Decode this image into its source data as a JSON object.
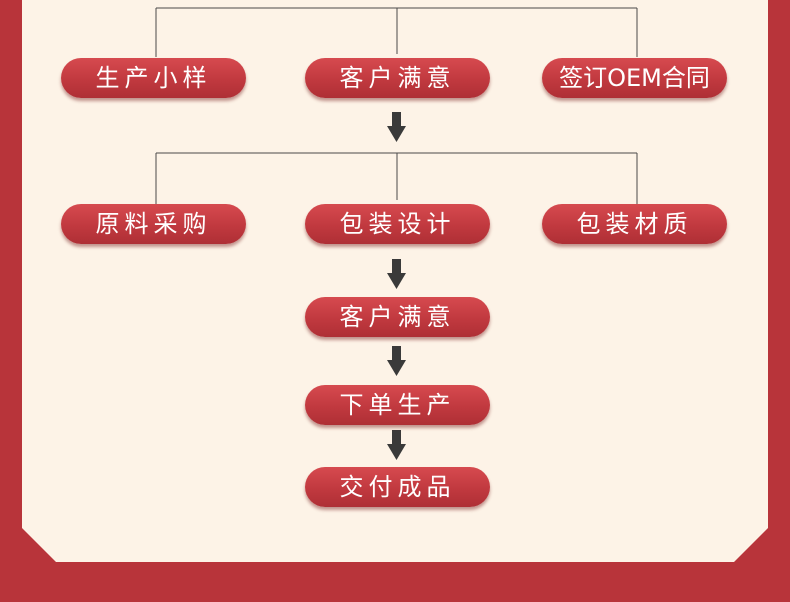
{
  "row1": [
    "生产小样",
    "客户满意",
    "签订OEM合同"
  ],
  "row2": [
    "原料采购",
    "包装设计",
    "包装材质"
  ],
  "steps": [
    "客户满意",
    "下单生产",
    "交付成品"
  ],
  "colors": {
    "background": "#b8343a",
    "panel": "#fdf3e7",
    "pill": "#c1393f",
    "arrow": "#3a3a3a",
    "line": "#4a4a4a"
  }
}
